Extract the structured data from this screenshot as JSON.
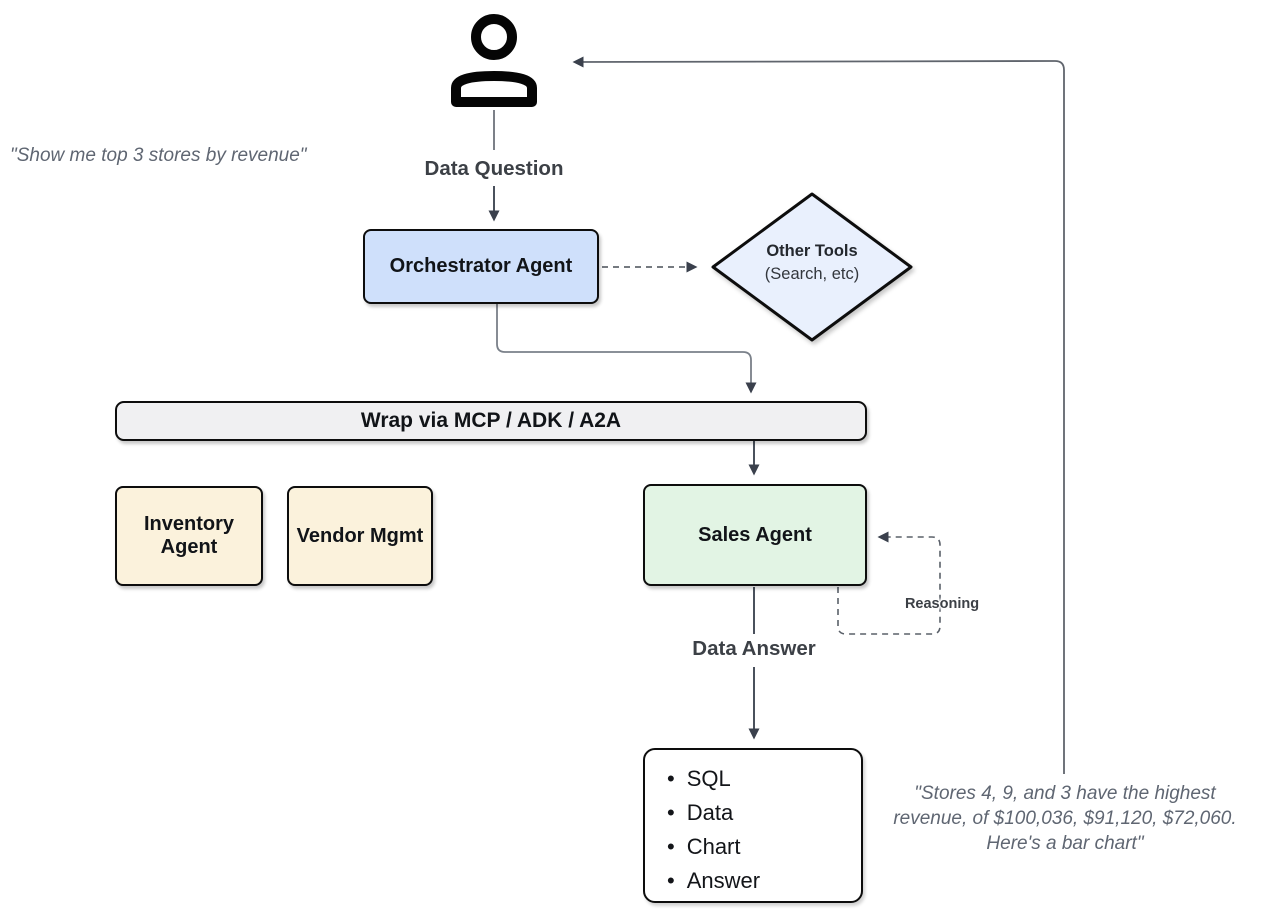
{
  "diagram": {
    "user_quote": "\"Show me top 3 stores by revenue\"",
    "edge_labels": {
      "data_question": "Data Question",
      "data_answer": "Data Answer",
      "reasoning": "Reasoning"
    },
    "nodes": {
      "orchestrator": {
        "label": "Orchestrator Agent"
      },
      "other_tools": {
        "title": "Other Tools",
        "subtitle": "(Search, etc)"
      },
      "wrap_bar": {
        "label": "Wrap via MCP / ADK / A2A"
      },
      "inventory": {
        "label": "Inventory Agent"
      },
      "vendor": {
        "label": "Vendor Mgmt"
      },
      "sales": {
        "label": "Sales Agent"
      },
      "output": {
        "items": [
          "SQL",
          "Data",
          "Chart",
          "Answer"
        ]
      }
    },
    "result_quote_lines": {
      "line1": "\"Stores 4, 9, and 3 have the highest",
      "line2": "revenue, of $100,036, $91,120, $72,060.",
      "line3": "Here's a bar chart\""
    },
    "icons": {
      "person": "person-icon"
    }
  },
  "colors": {
    "box-blue": "#cfe0fb",
    "box-blue-light": "#e9f0fd",
    "box-cream": "#fbf2dc",
    "box-green": "#e2f4e4",
    "bar-gray": "#f0f0f2",
    "line-gray": "#5b616b",
    "arrow-dark": "#3a404c",
    "quote-gray": "#5f6672"
  }
}
